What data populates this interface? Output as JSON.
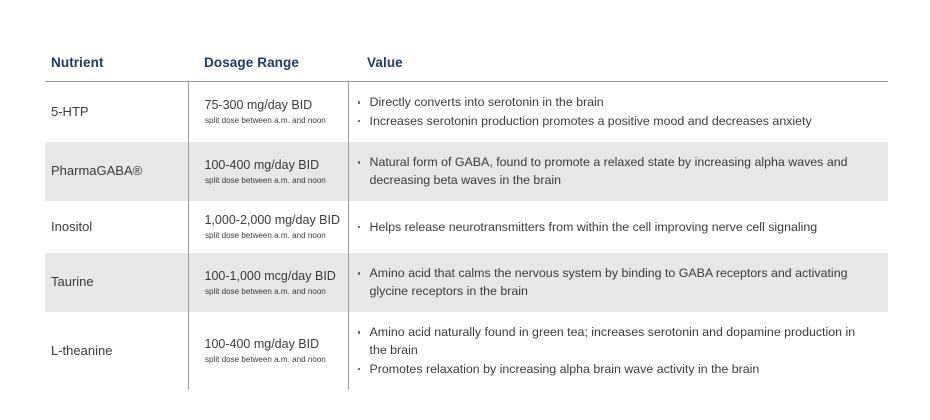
{
  "table": {
    "columns": [
      {
        "key": "nutrient",
        "label": "Nutrient"
      },
      {
        "key": "dosage",
        "label": "Dosage Range"
      },
      {
        "key": "value",
        "label": "Value"
      }
    ],
    "header_color": "#22386b",
    "shaded_row_color": "#e6e7e8",
    "rule_color": "#9a9a9a",
    "body_text_color": "#3b3b3b",
    "rows": [
      {
        "shaded": false,
        "nutrient": "5-HTP",
        "dosage_main": "75-300 mg/day BID",
        "dosage_sub": "split dose between a.m. and noon",
        "values": [
          "Directly converts into serotonin in the brain",
          "Increases serotonin production promotes a positive mood and decreases anxiety"
        ]
      },
      {
        "shaded": true,
        "nutrient": "PharmaGABA®",
        "dosage_main": "100-400 mg/day BID",
        "dosage_sub": "split dose between a.m. and noon",
        "values": [
          "Natural form of GABA, found to promote a relaxed state by increasing alpha waves and decreasing beta waves in the brain"
        ]
      },
      {
        "shaded": false,
        "nutrient": "Inositol",
        "dosage_main": "1,000-2,000 mg/day BID",
        "dosage_sub": "split dose between a.m. and noon",
        "values": [
          "Helps release neurotransmitters from within the cell improving nerve cell signaling"
        ]
      },
      {
        "shaded": true,
        "nutrient": "Taurine",
        "dosage_main": "100-1,000 mcg/day BID",
        "dosage_sub": "split dose between a.m. and noon",
        "values": [
          "Amino acid that calms the nervous system by binding to GABA receptors and activating glycine receptors in the brain"
        ]
      },
      {
        "shaded": false,
        "nutrient": "L-theanine",
        "dosage_main": "100-400 mg/day BID",
        "dosage_sub": "split dose between a.m. and noon",
        "values": [
          "Amino acid naturally found in green tea; increases serotonin and dopamine production in the brain",
          "Promotes relaxation by increasing alpha brain wave activity in the brain"
        ]
      }
    ]
  }
}
